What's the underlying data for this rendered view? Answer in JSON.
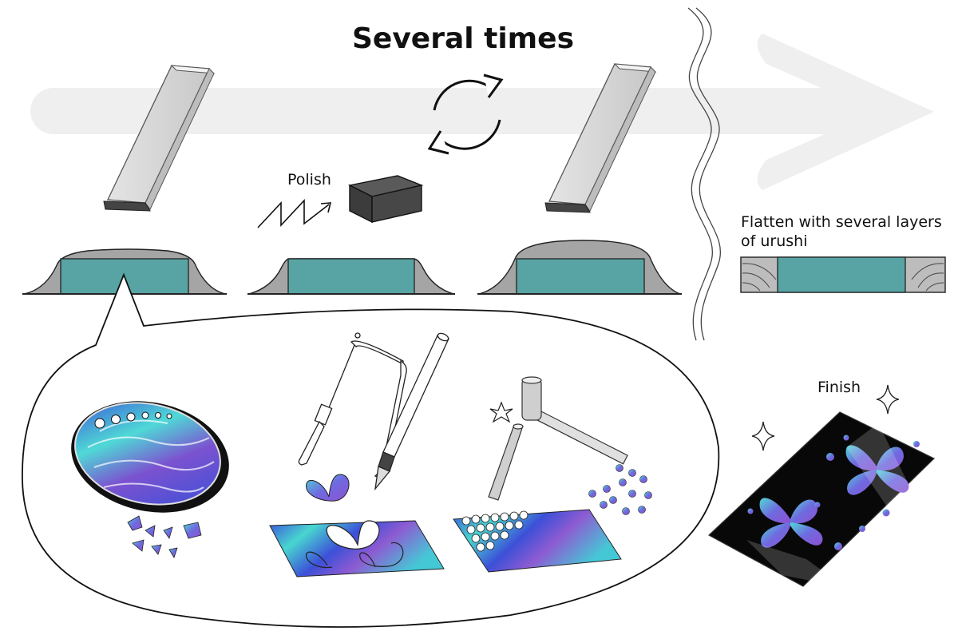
{
  "title": "Several times",
  "labels": {
    "polish": "Polish",
    "flatten_line1": "Flatten with several layers",
    "flatten_line2": "of urushi",
    "finish": "Finish"
  },
  "colors": {
    "arrow": "#efefef",
    "teal": "#58a4a4",
    "urushi_gray": "#a4a4a4",
    "stone": "#dcdcdc",
    "block": "#454545",
    "shell_blue": "#3f4fd8",
    "shell_cyan": "#43d6d0",
    "shell_purple": "#8a5ad0",
    "finish_black": "#070707"
  },
  "icons": [
    "cycle-arrows-icon",
    "sharpening-stone-icon",
    "polish-block-icon",
    "zigzag-arrow-icon",
    "fret-saw-icon",
    "craft-knife-icon",
    "hammer-icon",
    "punch-tool-icon",
    "sparkle-icon"
  ]
}
